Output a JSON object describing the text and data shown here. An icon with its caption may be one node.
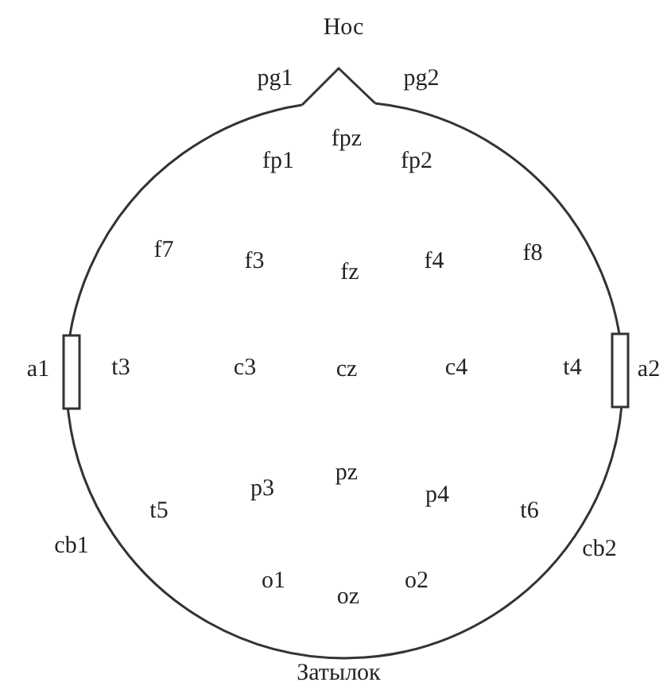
{
  "diagram": {
    "labels": [
      "Нос",
      "pg1",
      "pg2",
      "fpz",
      "fp1",
      "fp2",
      "f7",
      "f8",
      "f3",
      "fz",
      "f4",
      "a1",
      "t3",
      "c3",
      "cz",
      "c4",
      "t4",
      "a2",
      "pz",
      "p3",
      "p4",
      "t5",
      "t6",
      "cb1",
      "cb2",
      "o1",
      "oz",
      "o2",
      "Затылок"
    ]
  }
}
